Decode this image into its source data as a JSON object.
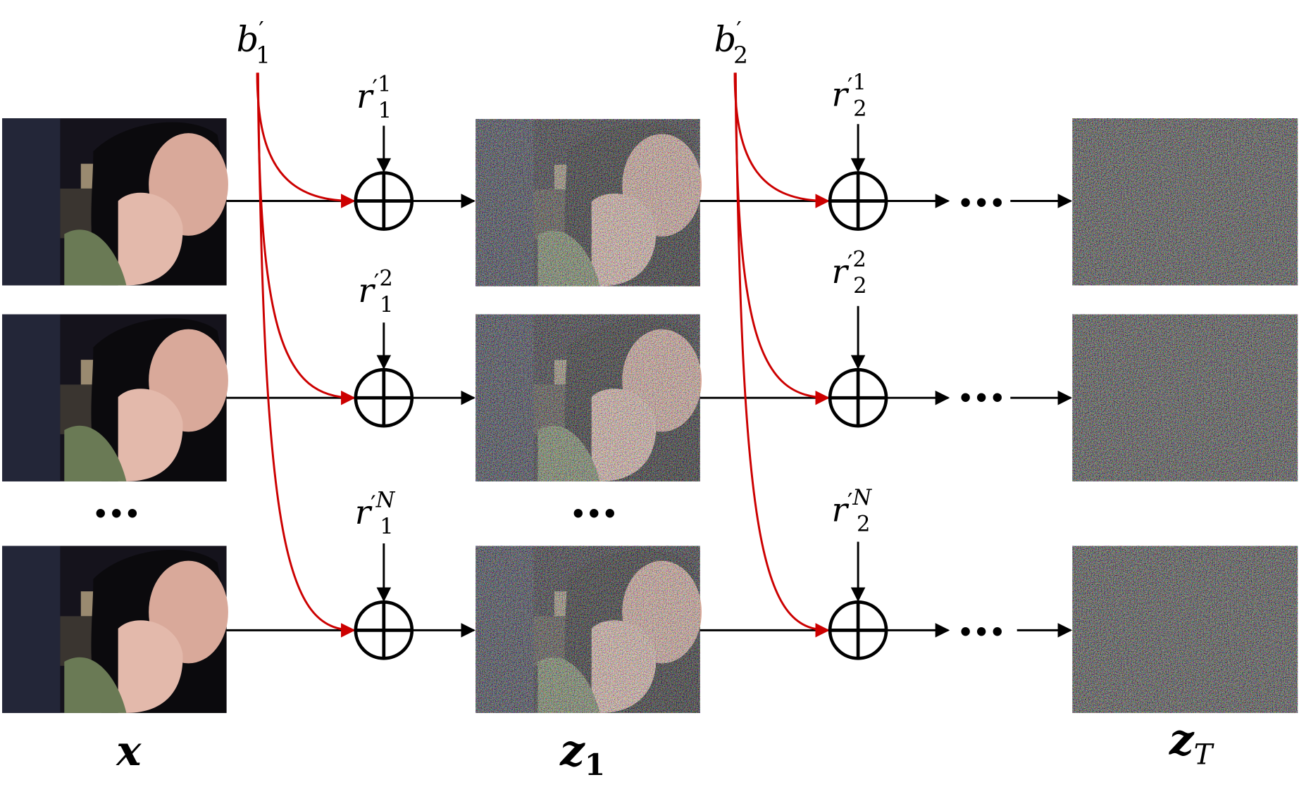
{
  "title": "Forward noising process diagram",
  "colors": {
    "red_arrow": "#cc0000",
    "black_arrow": "#000000"
  },
  "labels": {
    "b1": {
      "base": "b",
      "prime": "′",
      "sub": "1"
    },
    "b2": {
      "base": "b",
      "prime": "′",
      "sub": "2"
    },
    "r": [
      {
        "base": "r",
        "prime": "′",
        "sup": "1",
        "sub": "1"
      },
      {
        "base": "r",
        "prime": "′",
        "sup": "2",
        "sub": "1"
      },
      {
        "base": "r",
        "prime": "′",
        "sup": "N",
        "sub": "1"
      },
      {
        "base": "r",
        "prime": "′",
        "sup": "1",
        "sub": "2"
      },
      {
        "base": "r",
        "prime": "′",
        "sup": "2",
        "sub": "2"
      },
      {
        "base": "r",
        "prime": "′",
        "sup": "N",
        "sub": "2"
      }
    ],
    "x": {
      "base": "x"
    },
    "z1": {
      "base": "z",
      "sub": "1"
    },
    "zT": {
      "base": "z",
      "sub": "T"
    },
    "ellipsis": "•••"
  }
}
